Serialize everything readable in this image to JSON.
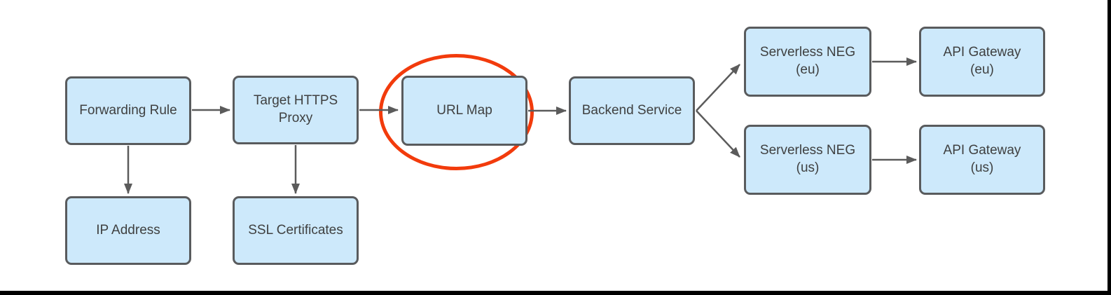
{
  "diagram": {
    "description": "Google Cloud HTTPS load balancing flow diagram with URL Map circled",
    "nodes": [
      {
        "id": "forwarding-rule",
        "label": "Forwarding Rule"
      },
      {
        "id": "target-https-proxy",
        "label": "Target HTTPS\nProxy"
      },
      {
        "id": "url-map",
        "label": "URL Map",
        "annotated": true
      },
      {
        "id": "backend-service",
        "label": "Backend Service"
      },
      {
        "id": "serverless-neg-eu",
        "label": "Serverless NEG\n(eu)"
      },
      {
        "id": "api-gateway-eu",
        "label": "API Gateway\n(eu)"
      },
      {
        "id": "serverless-neg-us",
        "label": "Serverless NEG\n(us)"
      },
      {
        "id": "api-gateway-us",
        "label": "API Gateway\n(us)"
      },
      {
        "id": "ip-address",
        "label": "IP Address"
      },
      {
        "id": "ssl-certificates",
        "label": "SSL Certificates"
      }
    ],
    "edges": [
      {
        "from": "forwarding-rule",
        "to": "target-https-proxy"
      },
      {
        "from": "forwarding-rule",
        "to": "ip-address"
      },
      {
        "from": "target-https-proxy",
        "to": "url-map"
      },
      {
        "from": "target-https-proxy",
        "to": "ssl-certificates"
      },
      {
        "from": "url-map",
        "to": "backend-service"
      },
      {
        "from": "backend-service",
        "to": "serverless-neg-eu"
      },
      {
        "from": "backend-service",
        "to": "serverless-neg-us"
      },
      {
        "from": "serverless-neg-eu",
        "to": "api-gateway-eu"
      },
      {
        "from": "serverless-neg-us",
        "to": "api-gateway-us"
      }
    ],
    "annotation": {
      "shape": "ellipse",
      "target": "url-map"
    },
    "colors": {
      "node_fill": "#CDE9FB",
      "node_border": "#595B5D",
      "arrow": "#5B5B5B",
      "text": "#3F4040",
      "annotation": "#F23B0C",
      "frame": "#000000",
      "background": "#FFFFFF"
    }
  }
}
